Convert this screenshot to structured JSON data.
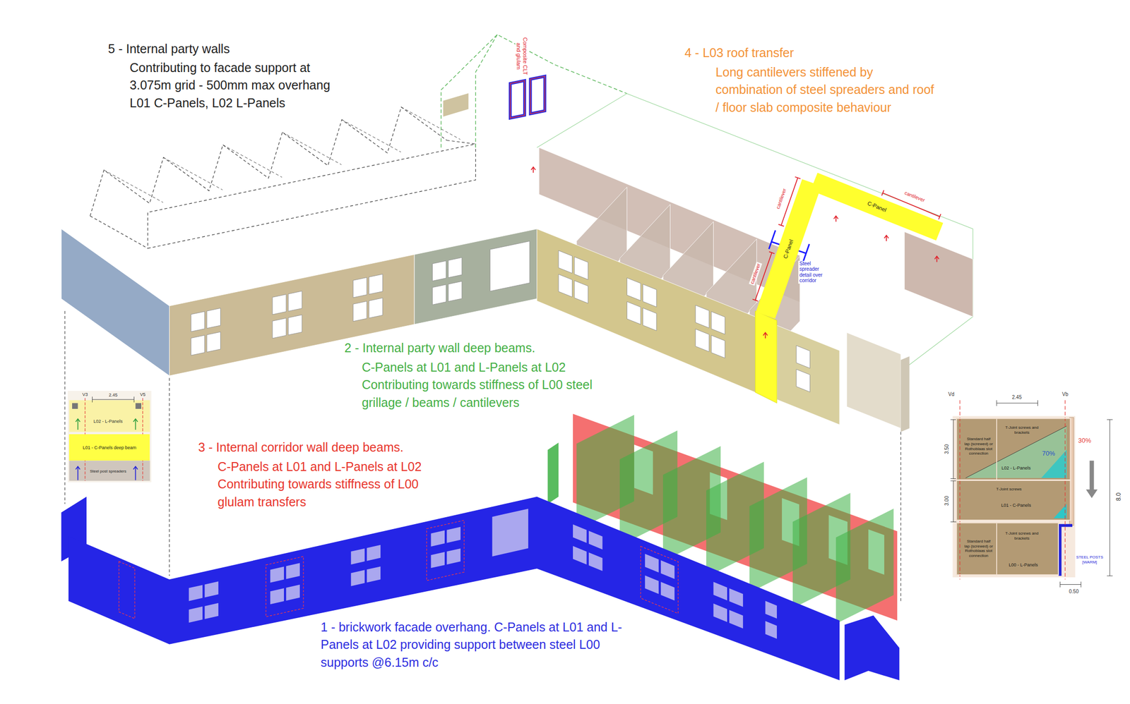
{
  "diagram": {
    "nodes": [
      {
        "text": [
          "C-Panel"
        ]
      },
      {
        "text": [
          "C-Panel"
        ]
      },
      {
        "text": [
          "L01 - C-Panels deep beam"
        ]
      },
      {
        "text": [
          "L02 - L-Panels"
        ]
      },
      {
        "text": [
          "L01 - C-Panels"
        ]
      },
      {
        "text": [
          "L00 - L-Panels"
        ]
      }
    ],
    "labels": [
      "5 - Internal party walls",
      "Contributing to facade support at 3.075m grid - 500mm max overhang L01 C-Panels, L02 L-Panels",
      "Composite CLT and glulam",
      "4 - L03 roof transfer",
      "Long cantilevers stiffened by combination of steel spreaders and roof / floor slab composite behaviour",
      "cantilever",
      "cantilever",
      "cantilever",
      "Steel spreader detail over corridor",
      "2 - Internal party wall deep beams.",
      "C-Panels at L01 and L-Panels at L02 Contributing towards stiffness of L00 steel grillage / beams / cantilevers",
      "3 - Internal corridor wall deep beams.",
      "C-Panels at L01 and L-Panels at L02 Contributing towards stiffness of L00 glulam transfers",
      "1 - brickwork facade overhang. C-Panels at L01 and L-Panels at L02 providing support between steel L00 supports @6.15m c/c",
      "V3",
      "2.45",
      "V5",
      "L02 - L-Panels",
      "Steel post spreaders",
      "Vd",
      "Vb",
      "2.45",
      "3.50",
      "3.00",
      "8.0",
      "70%",
      "30%",
      "Standard half lap (screwed) or Rothoblaas slot connection",
      "T-Joint screws and brackets",
      "T-Joint screws",
      "T-Joint screws and brackets",
      "Standard half lap (screwed) or Rothoblaas slot connection",
      "STEEL POSTS [WARM]",
      "0.50"
    ]
  }
}
